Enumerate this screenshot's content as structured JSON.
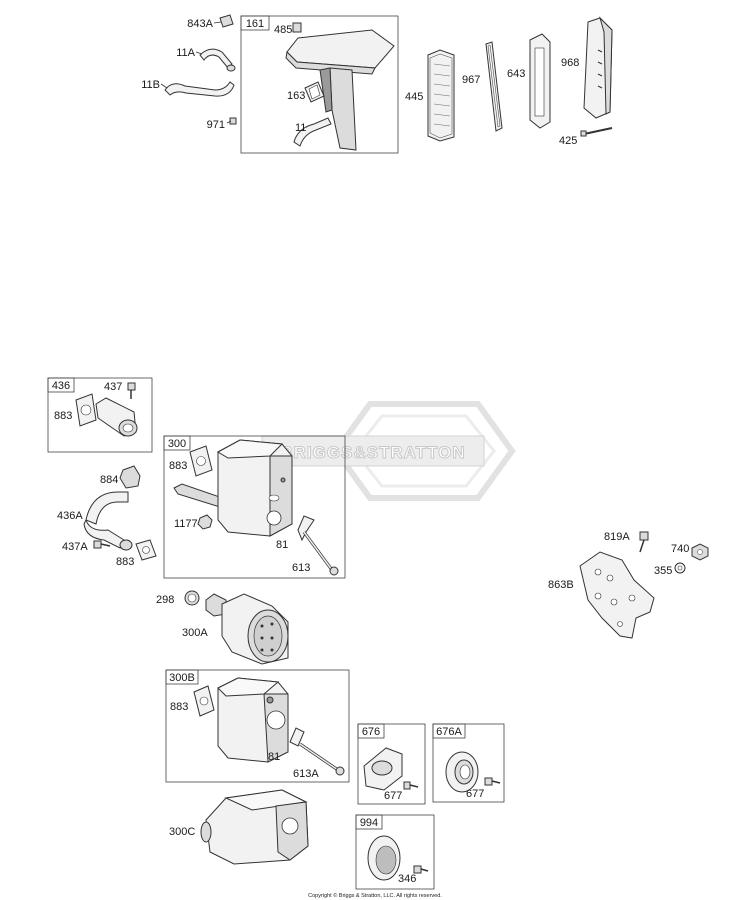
{
  "watermark": "BRIGGS&STRATTON",
  "copyright": "Copyright © Briggs & Stratton, LLC. All rights reserved.",
  "kits": {
    "k161": "161",
    "k436": "436",
    "k300": "300",
    "k300B": "300B",
    "k676": "676",
    "k676A": "676A",
    "k994": "994"
  },
  "parts": {
    "p843A": "843A",
    "p11A": "11A",
    "p11B": "11B",
    "p971": "971",
    "p485": "485",
    "p163": "163",
    "p11": "11",
    "p445": "445",
    "p967": "967",
    "p643": "643",
    "p968": "968",
    "p425": "425",
    "p437": "437",
    "p883a": "883",
    "p884": "884",
    "p436A": "436A",
    "p437A": "437A",
    "p883b": "883",
    "p883c": "883",
    "p1177": "1177",
    "p81a": "81",
    "p613": "613",
    "p298": "298",
    "p300A": "300A",
    "p883d": "883",
    "p81b": "81",
    "p613A": "613A",
    "p300C": "300C",
    "p677a": "677",
    "p677b": "677",
    "p346": "346",
    "p819A": "819A",
    "p740": "740",
    "p355": "355",
    "p863B": "863B"
  }
}
